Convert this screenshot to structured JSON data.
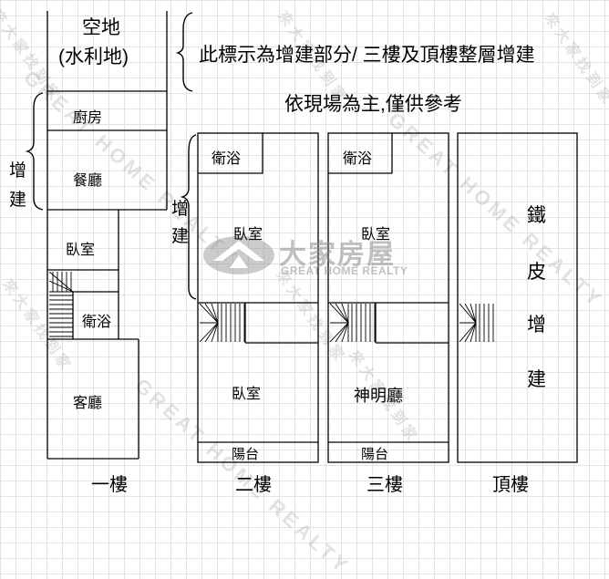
{
  "note": {
    "line1": "此標示為增建部分/ 三樓及頂樓整層增建",
    "line2": "依現場為主,僅供參考"
  },
  "floor1": {
    "open_space_line1": "空地",
    "open_space_line2": "(水利地)",
    "kitchen": "廚房",
    "dining": "餐廳",
    "bedroom": "臥室",
    "bathroom": "衛浴",
    "living": "客廳",
    "addition_char1": "增",
    "addition_char2": "建",
    "label": "一樓"
  },
  "floor2": {
    "bathroom": "衛浴",
    "bedroom_back": "臥室",
    "bedroom_front": "臥室",
    "balcony": "陽台",
    "addition_char1": "增",
    "addition_char2": "建",
    "label": "二樓"
  },
  "floor3": {
    "bathroom": "衛浴",
    "bedroom": "臥室",
    "shrine_room": "神明廳",
    "balcony": "陽台",
    "label": "三樓"
  },
  "rooftop": {
    "iron_char1": "鐵",
    "iron_char2": "皮",
    "iron_char3": "增",
    "iron_char4": "建",
    "label": "頂樓"
  },
  "watermark": {
    "brand_cn": "大家房屋",
    "brand_en": "GREAT HOME REALTY",
    "slogan": "來大家找到家"
  }
}
